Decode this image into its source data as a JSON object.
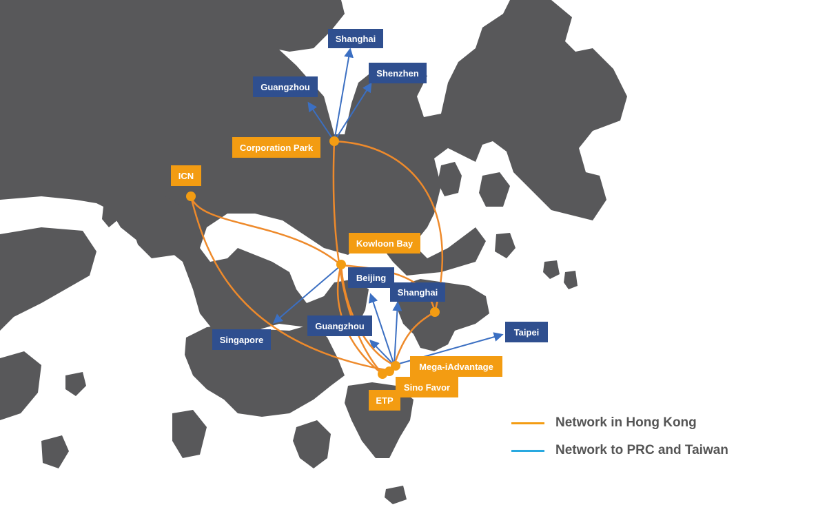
{
  "hk_sites": {
    "corporation_park": "Corporation Park",
    "icn": "ICN",
    "kowloon_bay": "Kowloon Bay",
    "mega_iadvantage": "Mega-iAdvantage",
    "sino_favor": "Sino Favor",
    "etp": "ETP"
  },
  "prc_destinations": {
    "shanghai_north": "Shanghai",
    "shenzhen": "Shenzhen",
    "guangzhou_north": "Guangzhou",
    "beijing": "Beijing",
    "shanghai_south": "Shanghai",
    "guangzhou_south": "Guangzhou",
    "singapore": "Singapore",
    "taipei": "Taipei"
  },
  "legend": {
    "hk_network": {
      "label": "Network in Hong Kong",
      "color": "#f39c12"
    },
    "prc_network": {
      "label": "Network to PRC and Taiwan",
      "color": "#29a9e0"
    }
  },
  "colors": {
    "land": "#58585a",
    "sea": "#ffffff",
    "hk_label": "#f39c12",
    "prc_label": "#2f4f8f",
    "hk_route": "#ee8a2b",
    "prc_route": "#3b6fc2"
  }
}
